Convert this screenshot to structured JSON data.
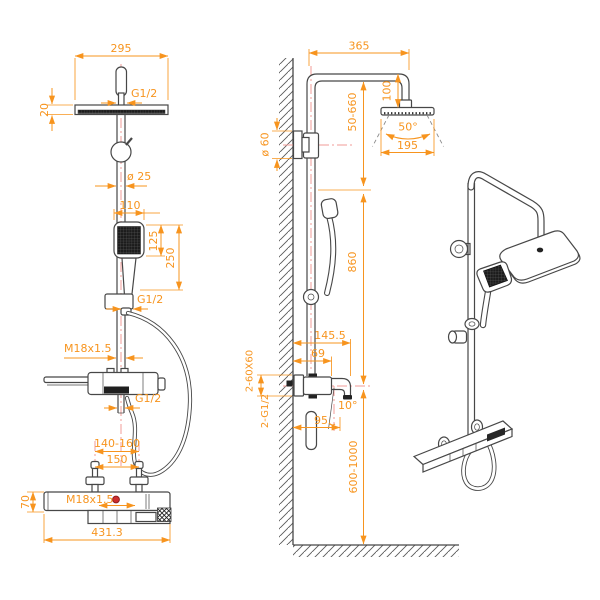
{
  "drawing": {
    "colors": {
      "line": "#474747",
      "dimension": "#f7941e",
      "centerline": "#f19b97"
    },
    "front_view": {
      "head_width": "295",
      "head_thread": "G1/2",
      "head_thickness": "20",
      "pipe_diameter": "ø 25",
      "handshower_width": "110",
      "handshower_head_height": "125",
      "handshower_length": "250",
      "holder_thread": "G1/2",
      "riser_thread": "M18x1.5",
      "outlet_thread": "G1/2",
      "inlet_distance_range": "140-160",
      "inlet_distance": "150",
      "inlet_thread": "M18x1.5",
      "body_height": "70",
      "body_width": "431.3"
    },
    "side_view": {
      "arm_reach": "365",
      "head_drop": "100",
      "slider_range": "50-660",
      "bracket_diameter": "ø 60",
      "spray_angle": "50°",
      "head_depth": "195",
      "riser_height": "860",
      "spout_reach": "145.5",
      "body_depth": "69",
      "escutcheon_size": "2-60X60",
      "connection_thread": "2-G1/2",
      "spout_angle": "10°",
      "spout_offset": "95",
      "install_height_range": "600-1000"
    }
  }
}
